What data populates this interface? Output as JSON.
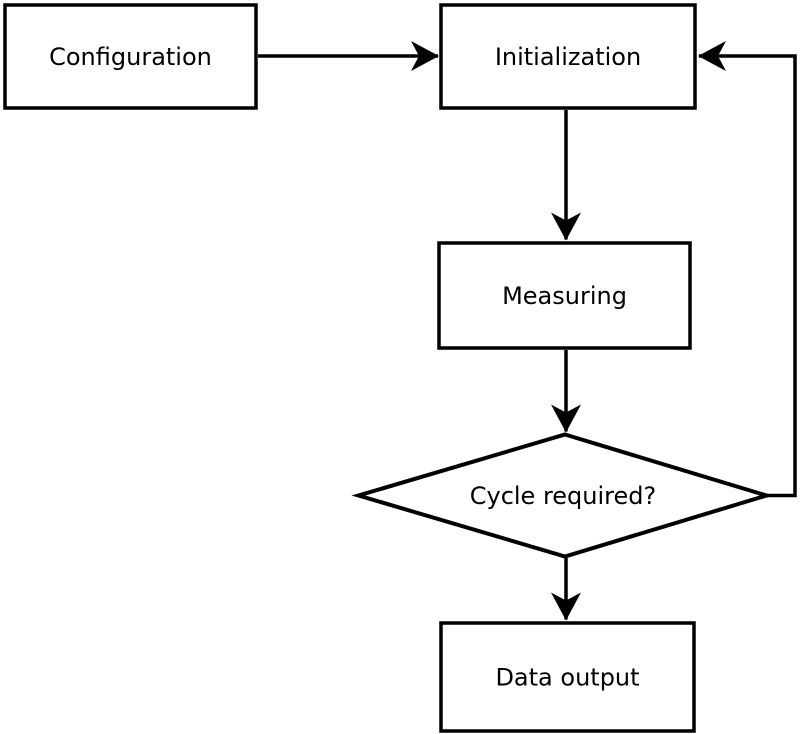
{
  "diagram": {
    "type": "flowchart",
    "background_color": "#ffffff",
    "line_color": "#000000",
    "node_fill_color": "#ffffff",
    "text_color": "#000000",
    "nodes": [
      {
        "id": "configuration",
        "label": "Configuration",
        "shape": "rectangle"
      },
      {
        "id": "initialization",
        "label": "Initialization",
        "shape": "rectangle"
      },
      {
        "id": "measuring",
        "label": "Measuring",
        "shape": "rectangle"
      },
      {
        "id": "cycle_required",
        "label": "Cycle required?",
        "shape": "diamond"
      },
      {
        "id": "data_output",
        "label": "Data output",
        "shape": "rectangle"
      }
    ],
    "edges": [
      {
        "from": "configuration",
        "to": "initialization",
        "label": ""
      },
      {
        "from": "initialization",
        "to": "measuring",
        "label": ""
      },
      {
        "from": "measuring",
        "to": "cycle_required",
        "label": ""
      },
      {
        "from": "cycle_required",
        "to": "data_output",
        "label": ""
      },
      {
        "from": "cycle_required",
        "to": "initialization",
        "label": "",
        "note": "feedback loop via right side"
      }
    ]
  }
}
